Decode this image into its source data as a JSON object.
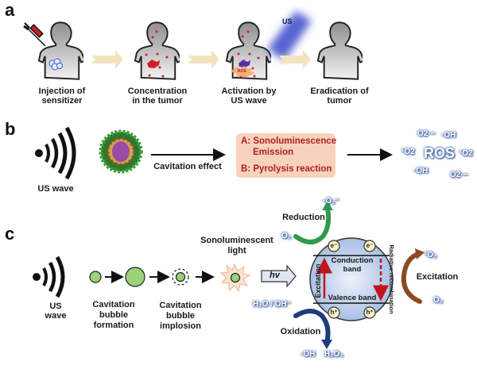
{
  "panels": {
    "a": {
      "letter": "a",
      "steps": [
        {
          "label_line1": "Injection of",
          "label_line2": "sensitizer"
        },
        {
          "label_line1": "Concentration",
          "label_line2": "in the tumor"
        },
        {
          "label_line1": "Activation by",
          "label_line2": "US wave"
        },
        {
          "label_line1": "Eradication of",
          "label_line2": "tumor"
        }
      ],
      "us_beam_label": "US",
      "ros_burst_label": "ROS"
    },
    "b": {
      "letter": "b",
      "us_wave_label": "US wave",
      "arrow_label": "Cavitation effect",
      "mechanism_box": {
        "line_a1": "A: Sonoluminescence",
        "line_a2": "Emission",
        "line_b": "B: Pyrolysis reaction"
      },
      "ros_center": "ROS",
      "ros_species": [
        "O2·−",
        "·OH",
        "¹O2",
        "¹O2",
        "·OH",
        "O2·−"
      ]
    },
    "c": {
      "letter": "c",
      "us_wave_label_line1": "US",
      "us_wave_label_line2": "wave",
      "bubble_formation": [
        "Cavitation",
        "bubble",
        "formation"
      ],
      "bubble_implosion": [
        "Cavitation",
        "bubble",
        "implosion"
      ],
      "sonolum_label": [
        "Sonoluminescent",
        "light"
      ],
      "hv_label": "hv",
      "band": {
        "conduction": [
          "Conduction",
          "band"
        ],
        "valence": "Valence band",
        "excitation": "Excitation",
        "radiative": "Radiative recombination",
        "electron": "e⁻",
        "hole": "h⁺"
      },
      "reduction": {
        "label": "Reduction",
        "reactant": "O₂",
        "product": "·O₂⁻"
      },
      "oxidation": {
        "label": "Oxidation",
        "reactant": "H₂O / OH⁻",
        "product1": "·OH",
        "product2": "H₂O₂"
      },
      "excitation_side": {
        "label": "Excitation",
        "reactant": "O₂",
        "product": "¹O₂"
      }
    }
  },
  "colors": {
    "arrow_beige": "#f3e3bf",
    "body_gray": "#a9a9a9",
    "tumor_red": "#d11b2a",
    "us_blue": "#3848c8",
    "mech_box": "#f8d2bd",
    "mech_text": "#b01e1e",
    "bubble_green": "#9bd27a",
    "band_circle": "#c9d7ee",
    "reduction_green": "#2f9a4c",
    "oxidation_navy": "#1f3c78",
    "excitation_brown": "#8a4a22",
    "red_arrow": "#c0151d"
  }
}
